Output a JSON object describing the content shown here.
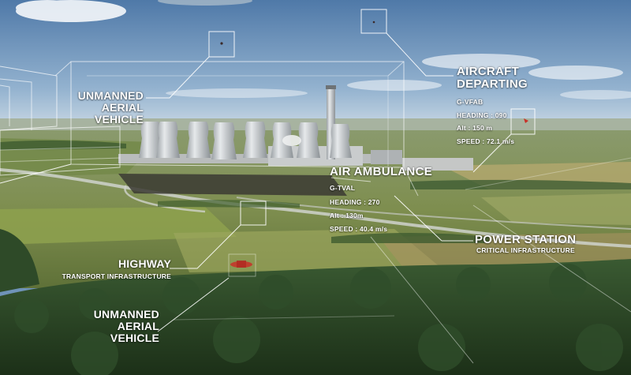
{
  "colors": {
    "overlay_line": "#ffffff",
    "sky_top": "#4f79a8",
    "sky_bottom": "#b9cde0",
    "field": "#7d8f4e",
    "forest": "#2a4326",
    "marker": "#c83028"
  },
  "labels": {
    "uav_top": {
      "line1": "UNMANNED",
      "line2": "AERIAL",
      "line3": "VEHICLE"
    },
    "aircraft": {
      "title1": "AIRCRAFT",
      "title2": "DEPARTING",
      "callsign": "G-VFAB",
      "heading": "HEADING : 090",
      "alt": "Alt : 150 m",
      "speed": "SPEED : 72.1 m/s"
    },
    "air_ambulance": {
      "title": "AIR AMBULANCE",
      "callsign": "G-TVAL",
      "heading": "HEADING : 270",
      "alt": "Alt : 130m",
      "speed": "SPEED : 40.4 m/s"
    },
    "power_station": {
      "title": "POWER STATION",
      "subtitle": "CRITICAL INFRASTRUCTURE"
    },
    "highway": {
      "title": "HIGHWAY",
      "subtitle": "TRANSPORT INFRASTRUCTURE"
    },
    "uav_bottom": {
      "line1": "UNMANNED",
      "line2": "AERIAL",
      "line3": "VEHICLE"
    }
  }
}
